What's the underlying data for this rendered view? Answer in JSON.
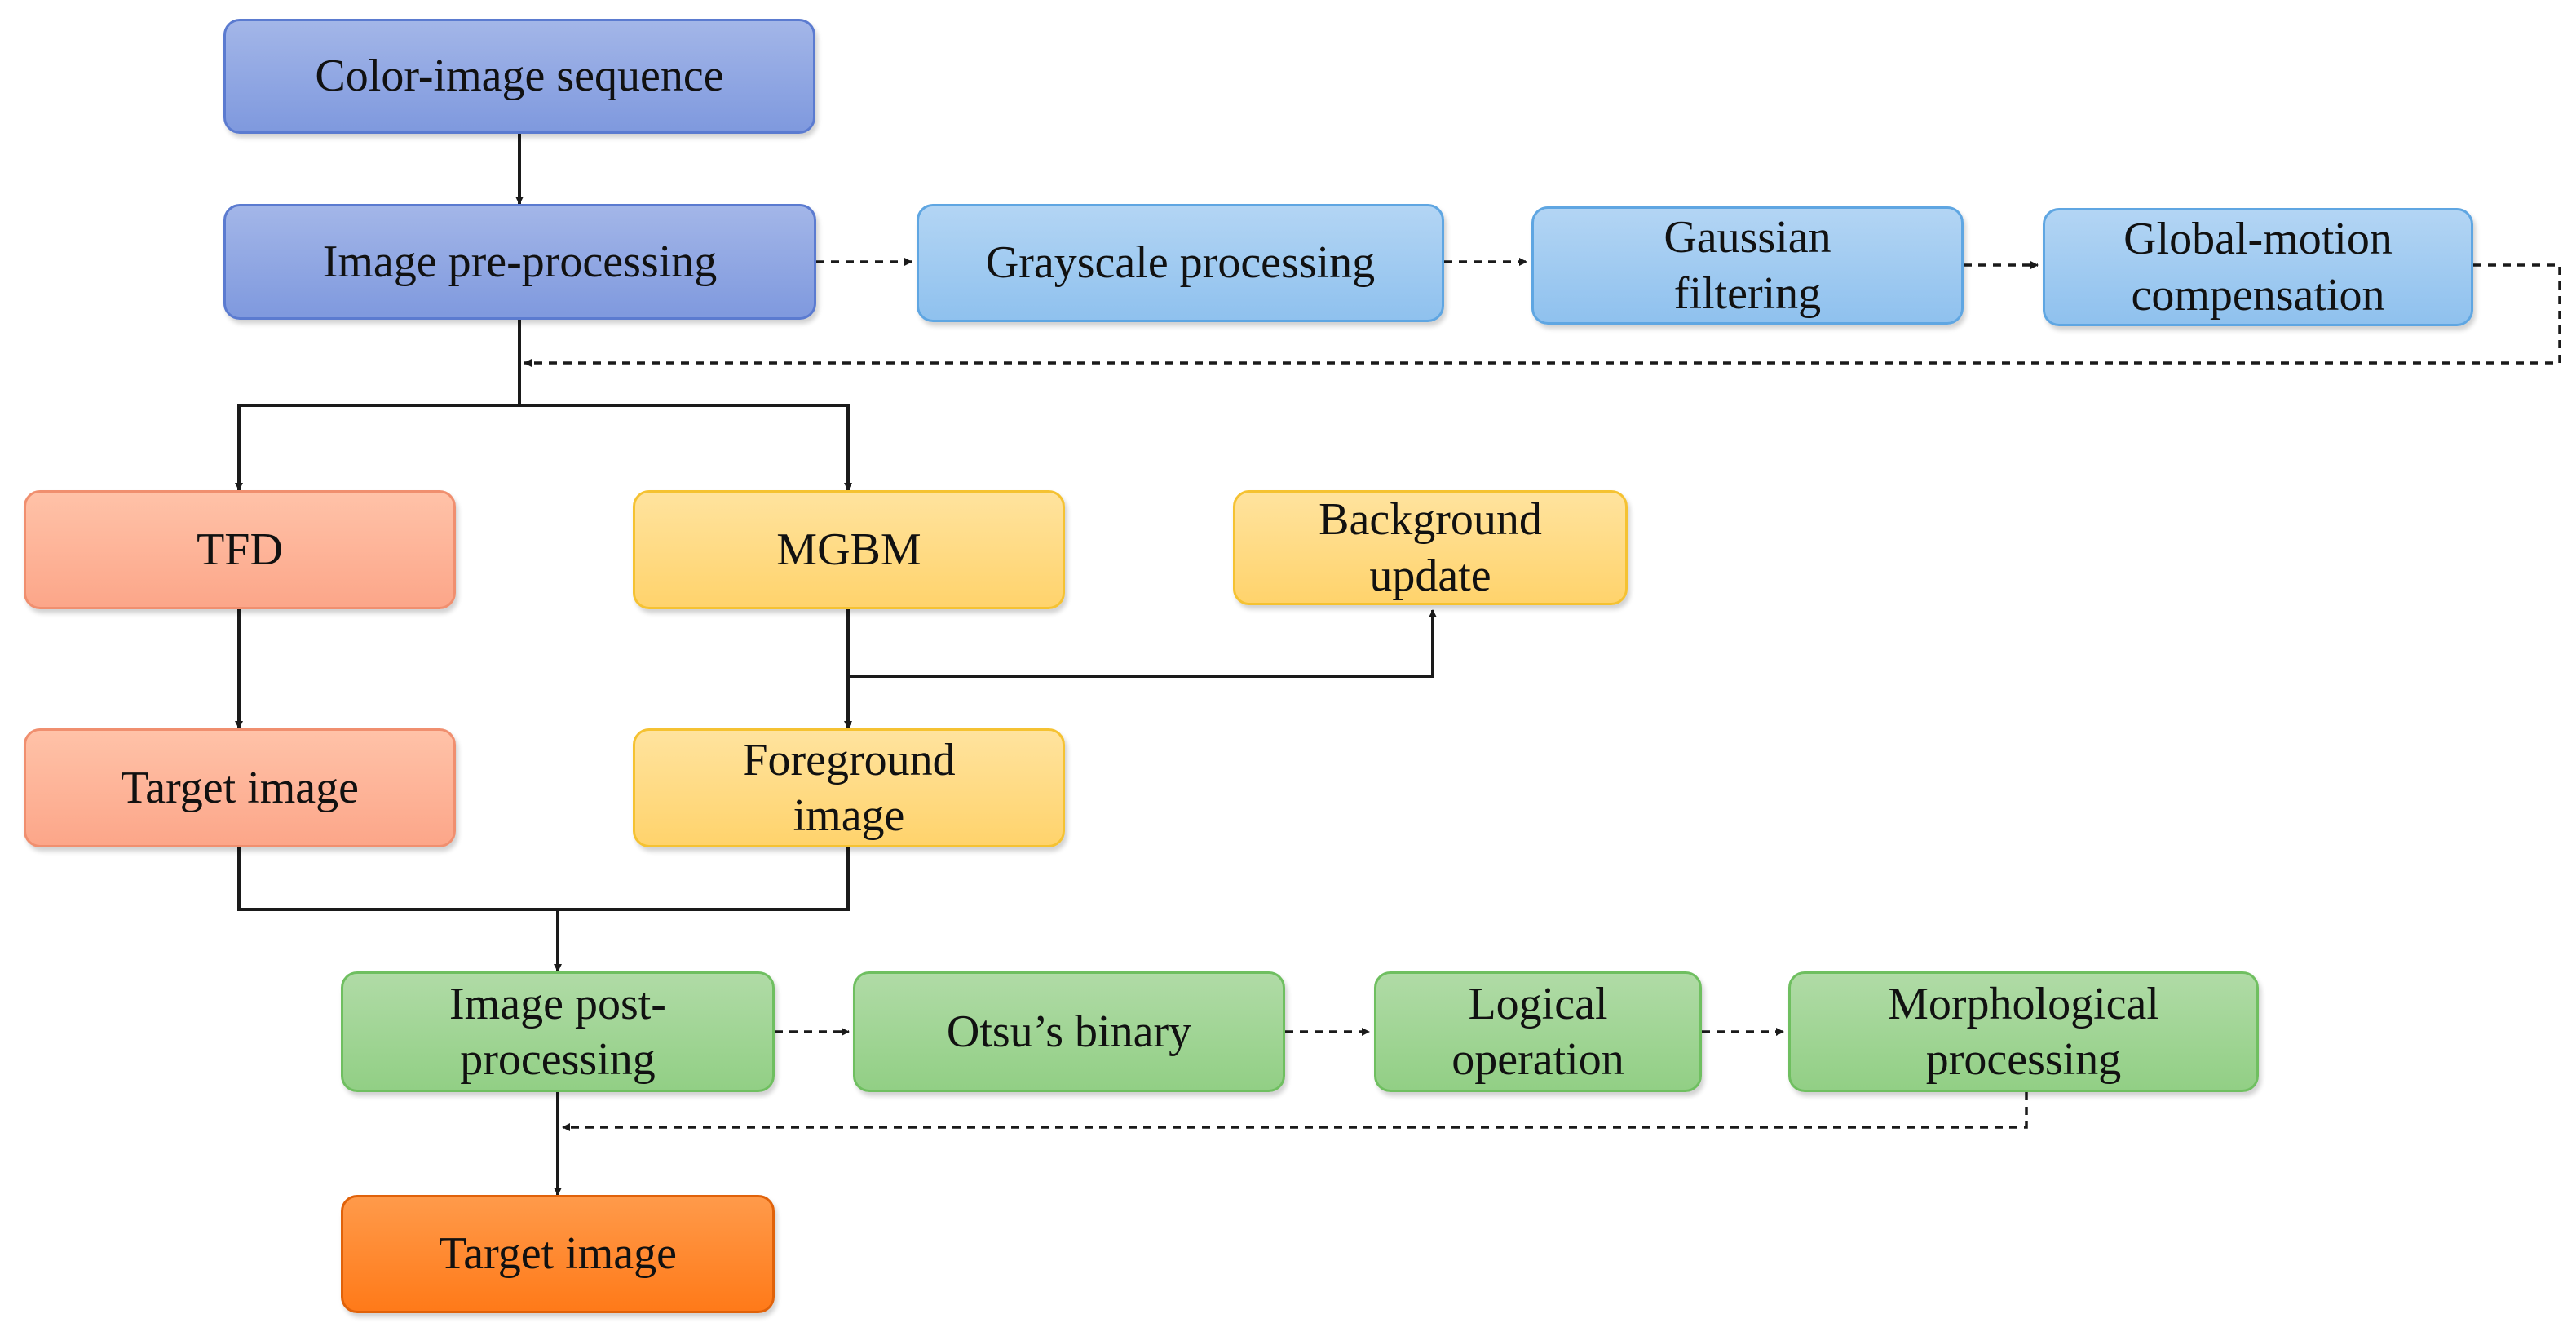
{
  "nodes": {
    "color_image_sequence": "Color-image sequence",
    "image_preprocessing": "Image pre-processing",
    "grayscale_processing": "Grayscale processing",
    "gaussian_filtering": "Gaussian filtering",
    "global_motion_compensation": "Global-motion compensation",
    "tfd": "TFD",
    "mgbm": "MGBM",
    "background_update": "Background update",
    "target_image_tfd": "Target image",
    "foreground_image": "Foreground image",
    "image_postprocessing": "Image post-processing",
    "otsu_binary": "Otsu’s binary",
    "logical_operation": "Logical operation",
    "morphological_processing": "Morphological processing",
    "target_image_final": "Target image"
  },
  "colors": {
    "input_stage": "#7f99de",
    "preprocess_substeps": "#8fc1ee",
    "tfd_branch": "#fca689",
    "mgbm_branch": "#ffd36c",
    "postprocess": "#92cf85",
    "output": "#ff7a19",
    "connector": "#1a1a1a"
  }
}
